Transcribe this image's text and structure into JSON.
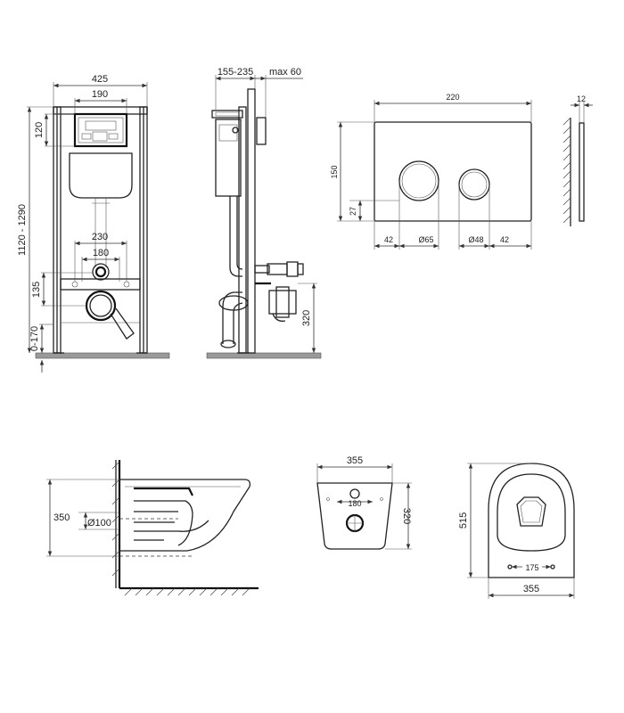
{
  "frame_front": {
    "width_total": "425",
    "width_plate": "190",
    "plate_height": "120",
    "height_range": "1120 - 1290",
    "bolt_spacing_outer": "230",
    "bolt_spacing_inner": "180",
    "outlet_offset": "135",
    "foot_adjust": "0-170"
  },
  "frame_side": {
    "depth_range": "155-235",
    "wall_offset": "max 60",
    "outlet_height": "320"
  },
  "flush_plate": {
    "width": "220",
    "depth": "12",
    "height": "150",
    "bottom_offset": "27",
    "edge_left": "42",
    "button_large": "Ø65",
    "button_small": "Ø48",
    "edge_right": "42"
  },
  "bowl_side": {
    "height": "350",
    "pipe_diameter": "Ø100"
  },
  "bowl_back": {
    "width": "355",
    "height": "320",
    "bolt_spacing": "180"
  },
  "bowl_top": {
    "length": "515",
    "width": "355",
    "seat_bolt_spacing": "175"
  }
}
